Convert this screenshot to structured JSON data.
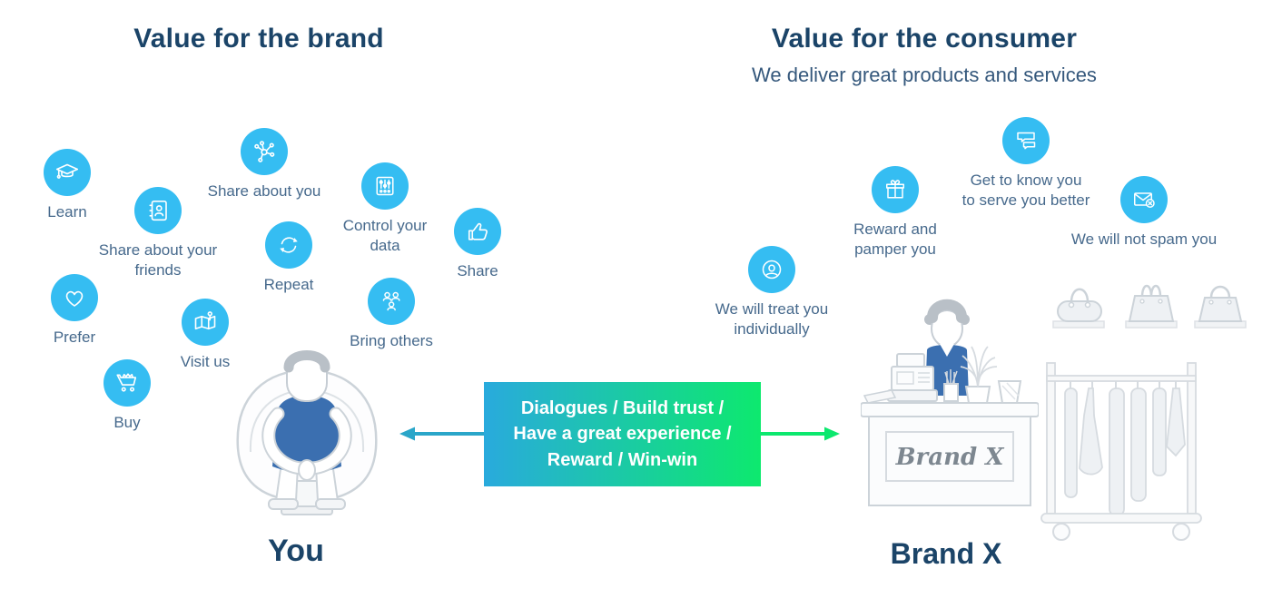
{
  "left_section": {
    "title": "Value for the brand",
    "items": [
      {
        "icon": "graduation-cap",
        "label": "Learn"
      },
      {
        "icon": "address-book",
        "label": "Share about your\nfriends"
      },
      {
        "icon": "share-network",
        "label": "Share about you"
      },
      {
        "icon": "repeat-arrows",
        "label": "Repeat"
      },
      {
        "icon": "sliders",
        "label": "Control your\ndata"
      },
      {
        "icon": "thumbs-up",
        "label": "Share"
      },
      {
        "icon": "heart",
        "label": "Prefer"
      },
      {
        "icon": "map-pin",
        "label": "Visit us"
      },
      {
        "icon": "people-group",
        "label": "Bring others"
      },
      {
        "icon": "shopping-cart",
        "label": "Buy"
      }
    ],
    "figure_label": "You"
  },
  "right_section": {
    "title": "Value for the consumer",
    "subtitle": "We deliver great products and services",
    "items": [
      {
        "icon": "person-circle",
        "label": "We will treat you\nindividually"
      },
      {
        "icon": "gift",
        "label": "Reward and\npamper you"
      },
      {
        "icon": "chat-bubbles",
        "label": "Get to know you\nto serve you better"
      },
      {
        "icon": "envelope-x",
        "label": "We will not spam you"
      }
    ],
    "shop_sign": "Brand X",
    "figure_label": "Brand X"
  },
  "center_exchange": {
    "text": "Dialogues / Build trust /\nHave a great experience /\nReward / Win-win"
  },
  "colors": {
    "title_navy": "#1b4468",
    "label_slate": "#46698c",
    "icon_circle_blue": "#35bdf2",
    "gradient_start": "#29aadd",
    "gradient_end": "#0de96e",
    "arrow_left": "#2aa6c9",
    "arrow_right": "#0ce86e",
    "figure_blue": "#3b6fb0",
    "illustration_gray": "#ccd3d9"
  }
}
